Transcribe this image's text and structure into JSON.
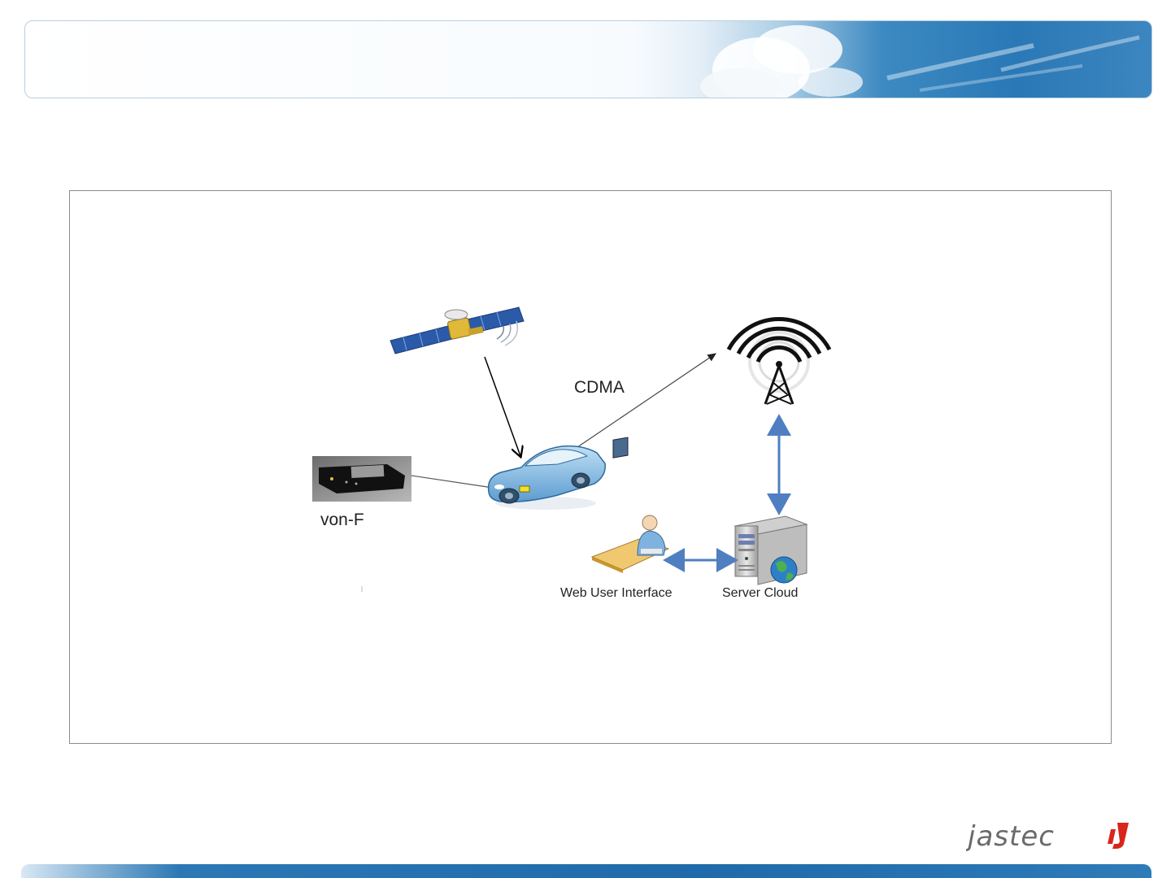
{
  "diagram": {
    "nodes": {
      "device_label": "von-F",
      "web_ui_label": "Web User Interface",
      "server_label": "Server Cloud"
    },
    "edges": {
      "car_to_tower_label": "CDMA"
    }
  },
  "branding": {
    "logo_text": "jastec"
  },
  "colors": {
    "accent_blue": "#2a78b6",
    "arrow_blue": "#4f7fc1",
    "car_blue": "#7fb4dc"
  },
  "icons": [
    "satellite-icon",
    "cell-tower-icon",
    "car-icon",
    "gps-device-icon",
    "web-user-icon",
    "server-icon",
    "globe-icon"
  ]
}
